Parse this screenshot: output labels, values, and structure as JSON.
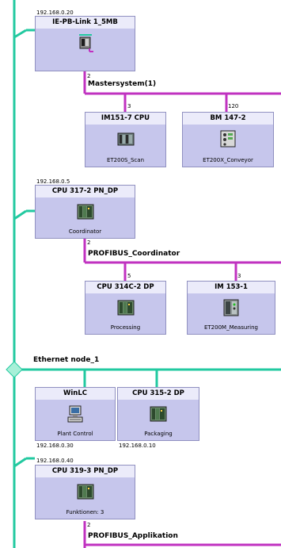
{
  "colors": {
    "ethernet": "#22c9a0",
    "profibus": "#c032c0",
    "station_bg": "#c6c6ec",
    "station_title_bg": "#ebebfa",
    "node_marker": "#a7f0d8"
  },
  "ethernet": {
    "node_label": "Ethernet node_1"
  },
  "stations": {
    "ie_pb_link": {
      "ip": "192.168.0.20",
      "title": "IE-PB-Link 1_5MB",
      "caption": "",
      "icon": "link-module-icon"
    },
    "im151": {
      "address": "3",
      "title": "IM151-7 CPU",
      "caption": "ET200S_Scan",
      "icon": "et200s-icon"
    },
    "bm147": {
      "address": "120",
      "title": "BM 147-2",
      "caption": "ET200X_Conveyor",
      "icon": "et200x-icon"
    },
    "cpu317": {
      "ip": "192.168.0.5",
      "title": "CPU 317-2 PN_DP",
      "caption": "Coordinator",
      "icon": "cpu-rack-icon"
    },
    "cpu314c": {
      "address": "5",
      "title": "CPU 314C-2 DP",
      "caption": "Processing",
      "icon": "cpu-rack-icon"
    },
    "im153": {
      "address": "3",
      "title": "IM 153-1",
      "caption": "ET200M_Measuring",
      "icon": "et200m-icon"
    },
    "winlc": {
      "title": "WinLC",
      "caption": "Plant Control",
      "ip": "192.168.0.30",
      "icon": "pc-icon"
    },
    "cpu315": {
      "title": "CPU 315-2 DP",
      "caption": "Packaging",
      "ip": "192.168.0.10",
      "icon": "cpu-rack-icon"
    },
    "cpu319": {
      "ip": "192.168.0.40",
      "title": "CPU 319-3 PN_DP",
      "caption": "Funktionen: 3",
      "icon": "cpu-rack-icon"
    }
  },
  "profibus": {
    "master1": {
      "address": "2",
      "label": "Mastersystem(1)"
    },
    "coordinator": {
      "address": "2",
      "label": "PROFIBUS_Coordinator"
    },
    "applikation": {
      "address": "2",
      "label": "PROFIBUS_Applikation"
    }
  }
}
